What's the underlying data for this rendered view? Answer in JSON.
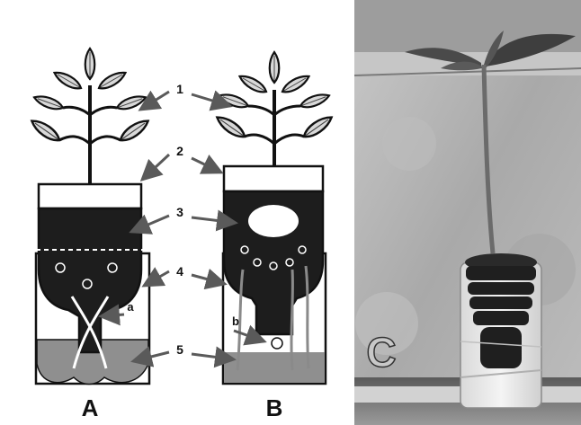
{
  "panels": {
    "A": {
      "label": "A"
    },
    "B": {
      "label": "B"
    },
    "C": {
      "label": "C"
    }
  },
  "callouts": {
    "n1": "1",
    "n2": "2",
    "n3": "3",
    "n4": "4",
    "n5": "5",
    "a": "a",
    "b": "b"
  },
  "colors": {
    "soil": "#1d1d1d",
    "water": "#8f8f8f",
    "leaf_fill": "#d8d8d8",
    "stroke": "#111111",
    "arrow": "#5a5a5a",
    "photo_wall": "#b5b5b5",
    "photo_label": "#c8c8c8"
  }
}
